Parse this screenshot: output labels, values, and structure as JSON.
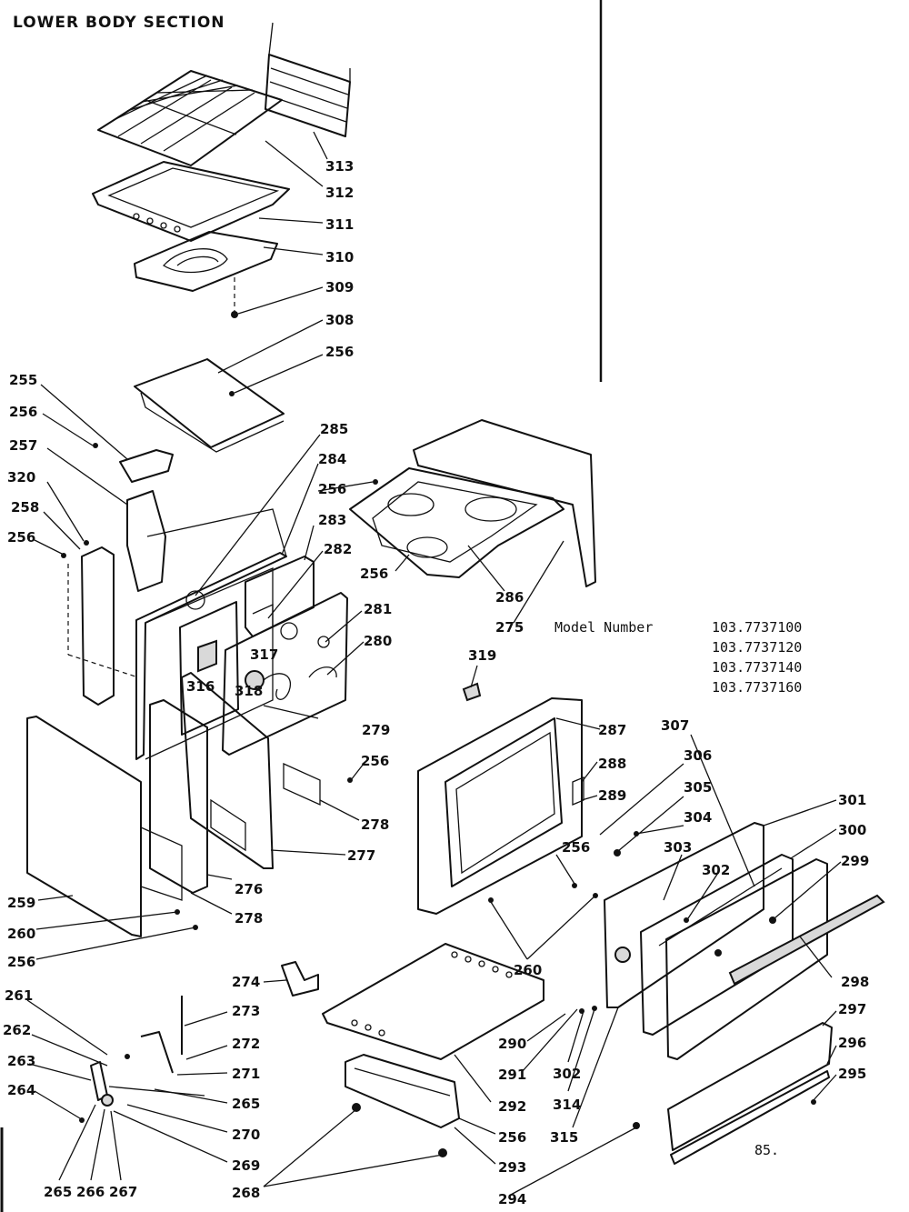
{
  "title": "LOWER BODY SECTION",
  "model": {
    "label": "Model Number",
    "numbers": [
      "103.7737100",
      "103.7737120",
      "103.7737140",
      "103.7737160"
    ]
  },
  "page_mark": "85.",
  "callouts": [
    "313",
    "312",
    "311",
    "310",
    "309",
    "308",
    "256",
    "255",
    "256",
    "257",
    "320",
    "258",
    "256",
    "285",
    "284",
    "283",
    "282",
    "281",
    "280",
    "317",
    "316",
    "318",
    "279",
    "256",
    "286",
    "275",
    "319",
    "287",
    "288",
    "289",
    "307",
    "306",
    "305",
    "304",
    "303",
    "302",
    "301",
    "300",
    "299",
    "298",
    "297",
    "296",
    "295",
    "256",
    "278",
    "277",
    "276",
    "278",
    "259",
    "260",
    "256",
    "260",
    "274",
    "273",
    "272",
    "271",
    "265",
    "270",
    "269",
    "268",
    "261",
    "262",
    "263",
    "264",
    "265",
    "266",
    "267",
    "290",
    "291",
    "302",
    "314",
    "315",
    "292",
    "256",
    "293",
    "294"
  ]
}
